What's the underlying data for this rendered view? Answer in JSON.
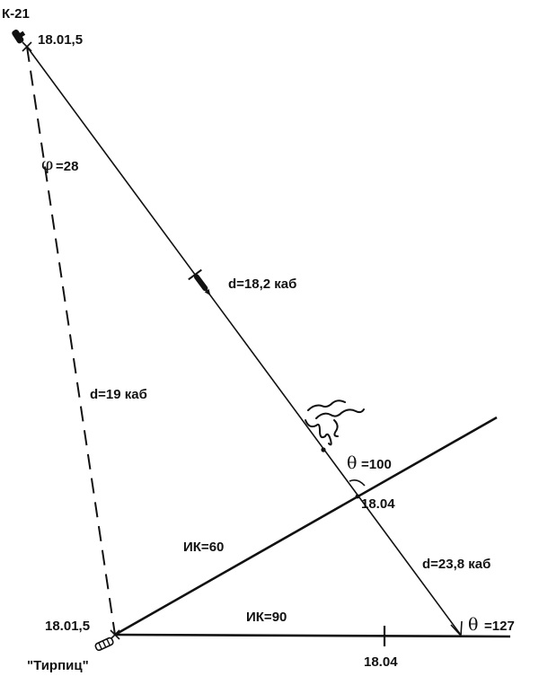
{
  "diagram": {
    "submarine_label": "К-21",
    "submarine_time": "18.01,5",
    "target_time": "18.01,5",
    "target_label": "\"Тирпиц\"",
    "phi_symbol": "φ",
    "phi_value": "=28",
    "distance_initial": "d=19 каб",
    "distance_torpedo": "d=18,2 каб",
    "distance_final": "d=23,8 каб",
    "theta1_symbol": "θ",
    "theta1_value": "=100",
    "intersection_time": "18.04",
    "course_60": "ИК=60",
    "course_90": "ИК=90",
    "time_on_course_90": "18.04",
    "theta2_symbol": "θ",
    "theta2_value": "=127"
  },
  "colors": {
    "ink": "#111111",
    "background": "#ffffff"
  }
}
